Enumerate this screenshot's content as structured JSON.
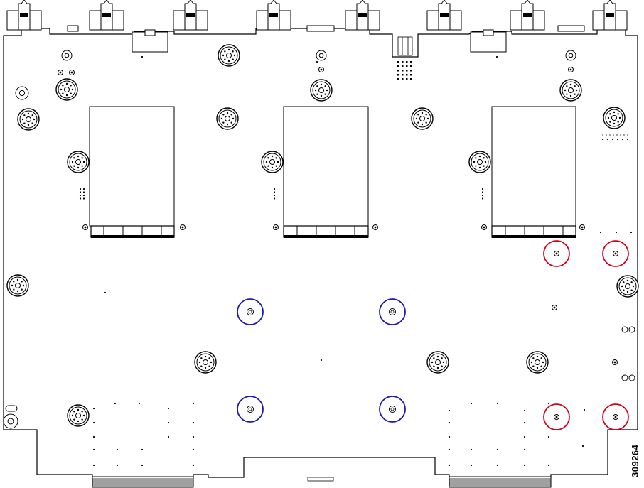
{
  "figure": {
    "figure_id": "309264",
    "colors": {
      "outline": "#000000",
      "background": "#ffffff",
      "highlight_red": "#d0021b",
      "highlight_blue": "#1a1ab0"
    },
    "highlighted_screws": {
      "red_count": 4,
      "blue_count": 4
    },
    "components": [
      "connector-tower",
      "mounting-standoff",
      "heatsink-module",
      "edge-connector",
      "screw-hole"
    ]
  }
}
